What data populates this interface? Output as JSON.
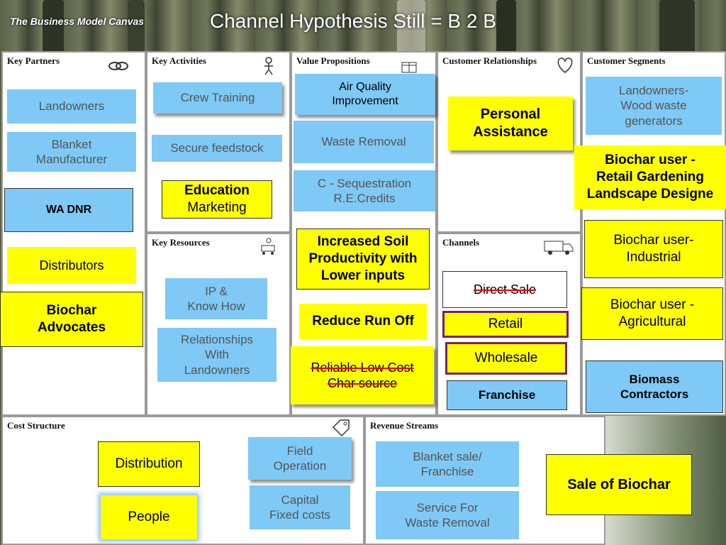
{
  "header": {
    "canvas_title": "The Business Model Canvas",
    "main_title": "Channel Hypothesis Still = B 2 B"
  },
  "panels": {
    "key_partners": "Key Partners",
    "key_activities": "Key Activities",
    "value_propositions": "Value Propositions",
    "customer_relationships": "Customer Relationships",
    "customer_segments": "Customer Segments",
    "key_resources": "Key Resources",
    "channels": "Channels",
    "cost_structure": "Cost Structure",
    "revenue_streams": "Revenue Streams"
  },
  "notes": {
    "landowners": "Landowners",
    "blanket_manufacturer": "Blanket\nManufacturer",
    "wa_dnr": "WA DNR",
    "distributors": "Distributors",
    "biochar_advocates": "Biochar\nAdvocates",
    "crew_training": "Crew Training",
    "secure_feedstock": "Secure feedstock",
    "education_marketing_1": "Education",
    "education_marketing_2": "Marketing",
    "ip_know_how": "IP &\nKnow How",
    "relationships_landowners": "Relationships\nWith\nLandowners",
    "air_quality": "Air Quality\nImprovement",
    "waste_removal": "Waste Removal",
    "c_sequestration": "C - Sequestration\nR.E.Credits",
    "increased_soil": "Increased Soil\nProductivity with\nLower inputs",
    "reduce_run_off": "Reduce Run Off",
    "reliable_low_cost": "Reliable Low Cost\nChar source",
    "personal_assistance": "Personal\nAssistance",
    "direct_sale": "Direct Sale",
    "retail": "Retail",
    "wholesale": "Wholesale",
    "franchise": "Franchise",
    "landowners_wood_waste": "Landowners-\nWood waste\ngenerators",
    "biochar_retail": "Biochar user -\nRetail Gardening\nLandscape Designe",
    "biochar_industrial": "Biochar user-\nIndustrial",
    "biochar_agricultural": "Biochar user -\nAgricultural",
    "biomass_contractors": "Biomass\nContractors",
    "distribution": "Distribution",
    "people": "People",
    "field_operation": "Field\nOperation",
    "capital_fixed": "Capital\nFixed costs",
    "blanket_sale": "Blanket sale/\nFranchise",
    "service_waste": "Service For\nWaste Removal",
    "sale_biochar": "Sale of Biochar"
  },
  "icons": [
    "chain-icon",
    "worker-icon",
    "gift-icon",
    "heart-icon",
    "forklift-icon",
    "truck-icon",
    "price-tag-icon",
    "money-bag-icon"
  ]
}
